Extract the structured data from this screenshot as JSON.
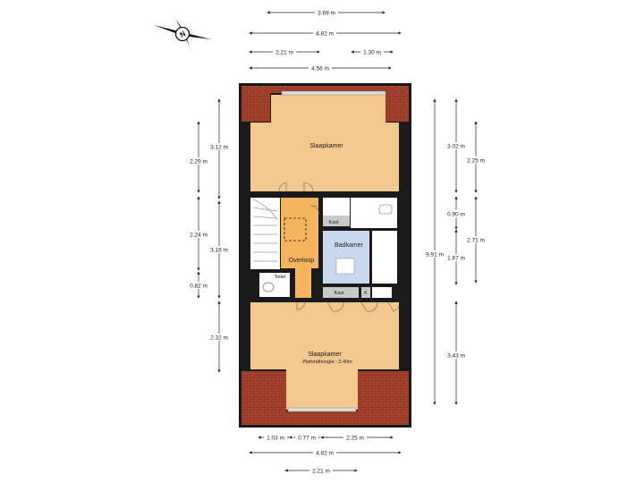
{
  "compass": {
    "label": "N",
    "icon": "compass-rose-icon"
  },
  "rooms": {
    "top_bedroom": "Slaapkamer",
    "bottom_bedroom": "Slaapkamer",
    "ceiling_height": "Plafondhoogte : 2.40m",
    "landing": "Overloop",
    "bathroom": "Badkamer",
    "toilet": "Toilet",
    "closet_top": "Kast",
    "closet_bottom": "Kast",
    "closet_small": "K"
  },
  "dimensions": {
    "top_1": "3.69 m",
    "top_2": "4.82 m",
    "top_3a": "2.21 m",
    "top_3b": "1.30 m",
    "top_4": "4.56 m",
    "left_1": "3.12 m",
    "left_2": "2.29 m",
    "left_3": "2.24 m",
    "left_4": "3.16 m",
    "left_5": "0.82 m",
    "left_6": "2.32 m",
    "right_1": "3.02 m",
    "right_2": "2.25 m",
    "right_3": "0.90 m",
    "right_4": "2.71 m",
    "right_5": "9.91 m",
    "right_6": "1.67 m",
    "right_7": "3.43 m",
    "bottom_1a": "1.03 m",
    "bottom_1b": "0.77 m",
    "bottom_1c": "2.25 m",
    "bottom_2": "4.82 m",
    "bottom_3": "2.21 m"
  },
  "colors": {
    "wall": "#1a1a1a",
    "room_fill": "#f2c88f",
    "landing_fill": "#f5b55e",
    "bath_fill": "#c7d8ef",
    "white_fill": "#ffffff",
    "roof_tile": "#a8442e",
    "wet_fill": "#e6e6e6"
  }
}
